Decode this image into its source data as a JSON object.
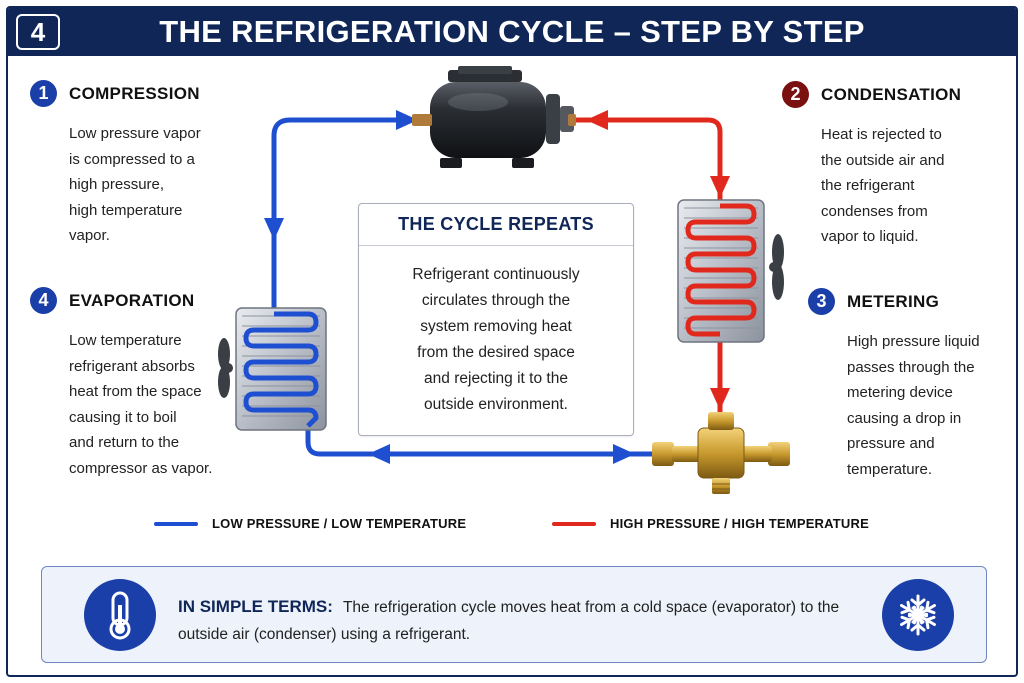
{
  "header": {
    "step_number": "4",
    "title": "THE REFRIGERATION CYCLE – STEP BY STEP"
  },
  "steps": [
    {
      "number": "1",
      "title": "COMPRESSION",
      "body": "Low pressure vapor\nis compressed to a\nhigh pressure,\nhigh temperature\nvapor."
    },
    {
      "number": "2",
      "title": "CONDENSATION",
      "body": "Heat is rejected to\nthe outside air and\nthe refrigerant\ncondenses from\nvapor to liquid."
    },
    {
      "number": "3",
      "title": "METERING",
      "body": "High pressure liquid\npasses through the\nmetering device\ncausing a drop in\npressure and\ntemperature."
    },
    {
      "number": "4",
      "title": "EVAPORATION",
      "body": "Low temperature\nrefrigerant absorbs\nheat from the space\ncausing it to boil\nand return to the\ncompressor as vapor."
    }
  ],
  "center": {
    "title": "THE CYCLE REPEATS",
    "body": "Refrigerant continuously\ncirculates through the\nsystem removing heat\nfrom the desired space\nand rejecting it to the\noutside environment."
  },
  "legend": {
    "low": {
      "label": "LOW PRESSURE / LOW TEMPERATURE",
      "color": "#1e4fd0"
    },
    "high": {
      "label": "HIGH PRESSURE / HIGH TEMPERATURE",
      "color": "#e0281c"
    }
  },
  "summary": {
    "label": "IN SIMPLE TERMS:",
    "text": "The refrigeration cycle moves heat from a cold space (evaporator) to the outside air (condenser) using a refrigerant."
  },
  "icons": {
    "compressor": "compressor-icon",
    "condenser": "condenser-coil-icon",
    "evaporator": "evaporator-coil-icon",
    "metering": "expansion-valve-icon",
    "thermometer": "thermometer-icon",
    "snowflake": "snowflake-icon"
  },
  "colors": {
    "navy": "#0f2657",
    "accent_blue": "#1a3fa8",
    "low_pipe": "#1e4fd0",
    "high_pipe": "#e0281c",
    "condensation_badge": "#7a1010"
  }
}
